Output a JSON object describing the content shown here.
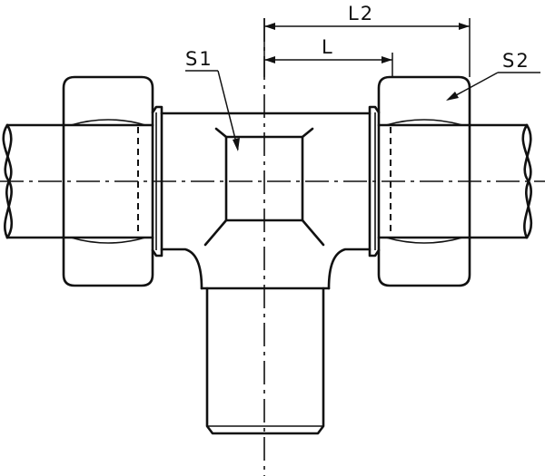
{
  "labels": {
    "l2": "L2",
    "l": "L",
    "s1": "S1",
    "s2": "S2"
  },
  "colors": {
    "line": "#111111",
    "background": "#ffffff"
  }
}
